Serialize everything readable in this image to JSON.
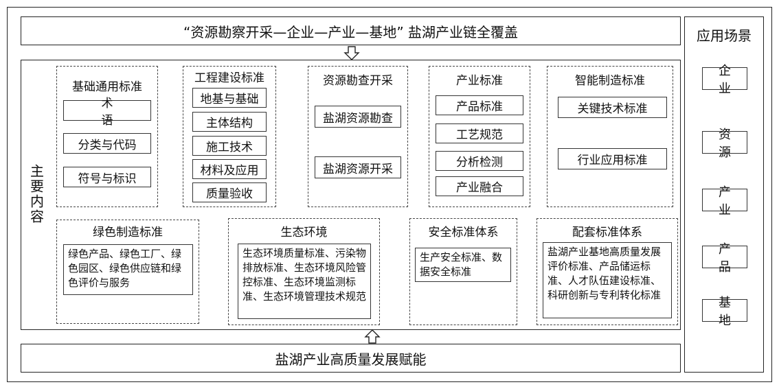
{
  "top_banner": "“资源勘察开采—企业—产业—基地” 盐湖产业链全覆盖",
  "bottom_banner": "盐湖产业高质量发展赋能",
  "main_label": "主要内容",
  "sidebar": {
    "title": "应用场景",
    "items": [
      "企业",
      "资源",
      "产业",
      "产品",
      "基地"
    ]
  },
  "groups": {
    "basic": {
      "title": "基础通用标准",
      "items": [
        "术语",
        "分类与代码",
        "符号与标识"
      ]
    },
    "engineering": {
      "title": "工程建设标准",
      "items": [
        "地基与基础",
        "主体结构",
        "施工技术",
        "材料及应用",
        "质量验收"
      ]
    },
    "resource": {
      "title": "资源勘查开采",
      "items": [
        "盐湖资源勘查",
        "盐湖资源开采"
      ]
    },
    "industry": {
      "title": "产业标准",
      "items": [
        "产品标准",
        "工艺规范",
        "分析检测",
        "产业融合"
      ]
    },
    "smart": {
      "title": "智能制造标准",
      "items": [
        "关键技术标准",
        "行业应用标准"
      ]
    },
    "green": {
      "title": "绿色制造标准",
      "text": "绿色产品、绿色工厂、绿色园区、绿色供应链和绿色评价与服务"
    },
    "eco": {
      "title": "生态环境",
      "text": "生态环境质量标准、污染物排放标准、生态环境风险管控标准、生态环境监测标准、生态环境管理技术规范"
    },
    "safety": {
      "title": "安全标准体系",
      "text": "生产安全标准、数据安全标准"
    },
    "support": {
      "title": "配套标准体系",
      "text": "盐湖产业基地高质量发展评价标准、产品储运标准、人才队伍建设标准、科研创新与专利转化标准"
    }
  }
}
